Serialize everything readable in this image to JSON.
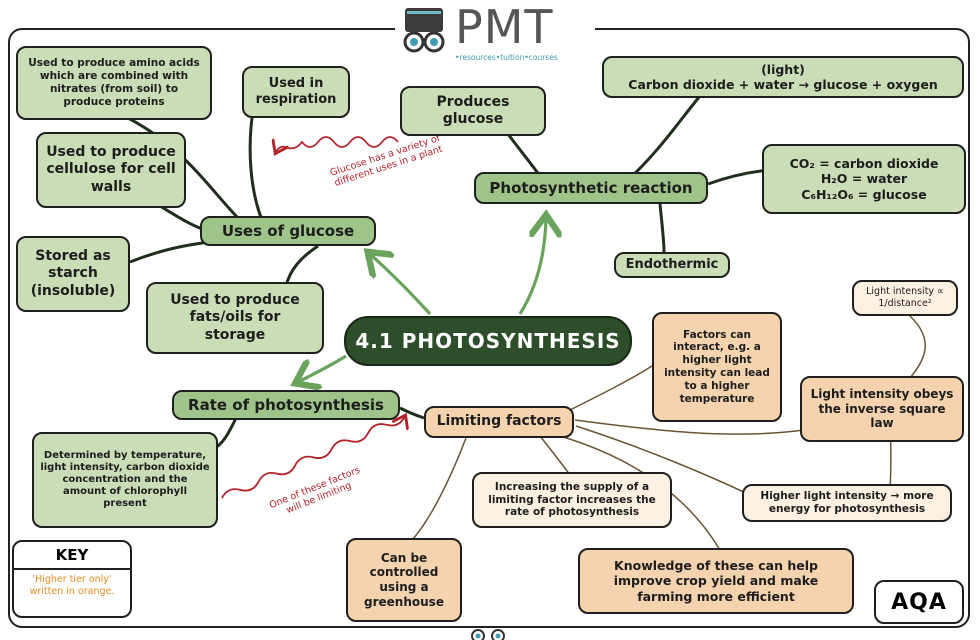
{
  "logo": {
    "brand": "PMT",
    "tagline": "•resources•tuition•courses"
  },
  "center": {
    "label": "4.1 PHOTOSYNTHESIS"
  },
  "uses": {
    "title": "Uses of glucose",
    "amino": "Used to produce amino acids which are combined with nitrates (from soil) to produce proteins",
    "respiration": "Used in respiration",
    "cellulose": "Used to produce cellulose for cell walls",
    "starch": "Stored as starch (insoluble)",
    "fats": "Used to produce fats/oils for storage",
    "note": "Glucose has a variety of different uses in a plant"
  },
  "reaction": {
    "title": "Photosynthetic reaction",
    "produces": "Produces glucose",
    "equation_light": "(light)",
    "equation": "Carbon dioxide + water → glucose + oxygen",
    "formula_co2": "CO₂ = carbon dioxide",
    "formula_h2o": "H₂O = water",
    "formula_glucose": "C₆H₁₂O₆ = glucose",
    "endothermic": "Endothermic"
  },
  "rate": {
    "title": "Rate of photosynthesis",
    "determined": "Determined by temperature, light intensity, carbon dioxide concentration and the amount of chlorophyll present",
    "note": "One of these factors will be limiting"
  },
  "limiting": {
    "title": "Limiting factors",
    "interact": "Factors can interact, e.g. a higher light intensity can lead to a higher temperature",
    "inverse_formula": "Light intensity ∝ 1/distance²",
    "inverse_law": "Light intensity obeys the inverse square law",
    "higher_light": "Higher light intensity → more energy for photosynthesis",
    "increasing": "Increasing the supply of a limiting factor increases the rate of photosynthesis",
    "greenhouse": "Can be controlled using a greenhouse",
    "knowledge": "Knowledge of these can help improve crop yield and make farming more efficient"
  },
  "key": {
    "title": "KEY",
    "text": "'Higher tier only' written in orange."
  },
  "badge": {
    "label": "AQA"
  },
  "colors": {
    "green": "#c9ddb7",
    "dark_green": "#2e4d2a",
    "orange": "#f4d3ae",
    "cream": "#fcf0e1",
    "red": "#b3232a",
    "arrow_green": "#6aa35b"
  }
}
